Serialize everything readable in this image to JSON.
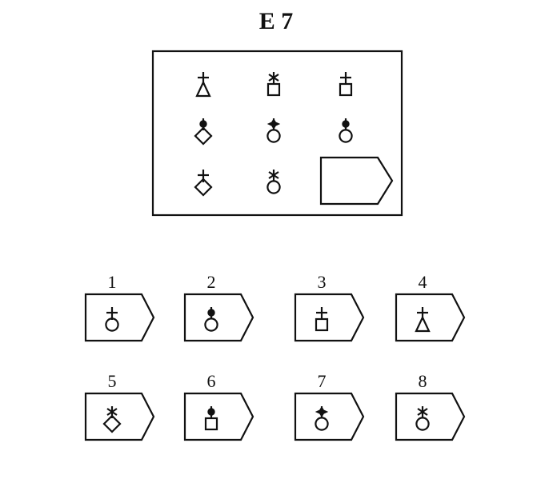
{
  "title": "E 7",
  "matrix": {
    "rows": [
      [
        {
          "base": "triangle",
          "top": "cross"
        },
        {
          "base": "square",
          "top": "asterisk"
        },
        {
          "base": "square",
          "top": "cross"
        }
      ],
      [
        {
          "base": "diamond",
          "top": "dot"
        },
        {
          "base": "circle",
          "top": "star"
        },
        {
          "base": "circle",
          "top": "dot"
        }
      ],
      [
        {
          "base": "diamond",
          "top": "cross"
        },
        {
          "base": "circle",
          "top": "asterisk"
        },
        {
          "blank": true
        }
      ]
    ]
  },
  "options": [
    {
      "number": "1",
      "base": "circle",
      "top": "cross"
    },
    {
      "number": "2",
      "base": "circle",
      "top": "dot"
    },
    {
      "number": "3",
      "base": "square",
      "top": "cross"
    },
    {
      "number": "4",
      "base": "triangle",
      "top": "cross"
    },
    {
      "number": "5",
      "base": "diamond",
      "top": "asterisk"
    },
    {
      "number": "6",
      "base": "square",
      "top": "dot"
    },
    {
      "number": "7",
      "base": "circle",
      "top": "star"
    },
    {
      "number": "8",
      "base": "circle",
      "top": "asterisk"
    }
  ]
}
